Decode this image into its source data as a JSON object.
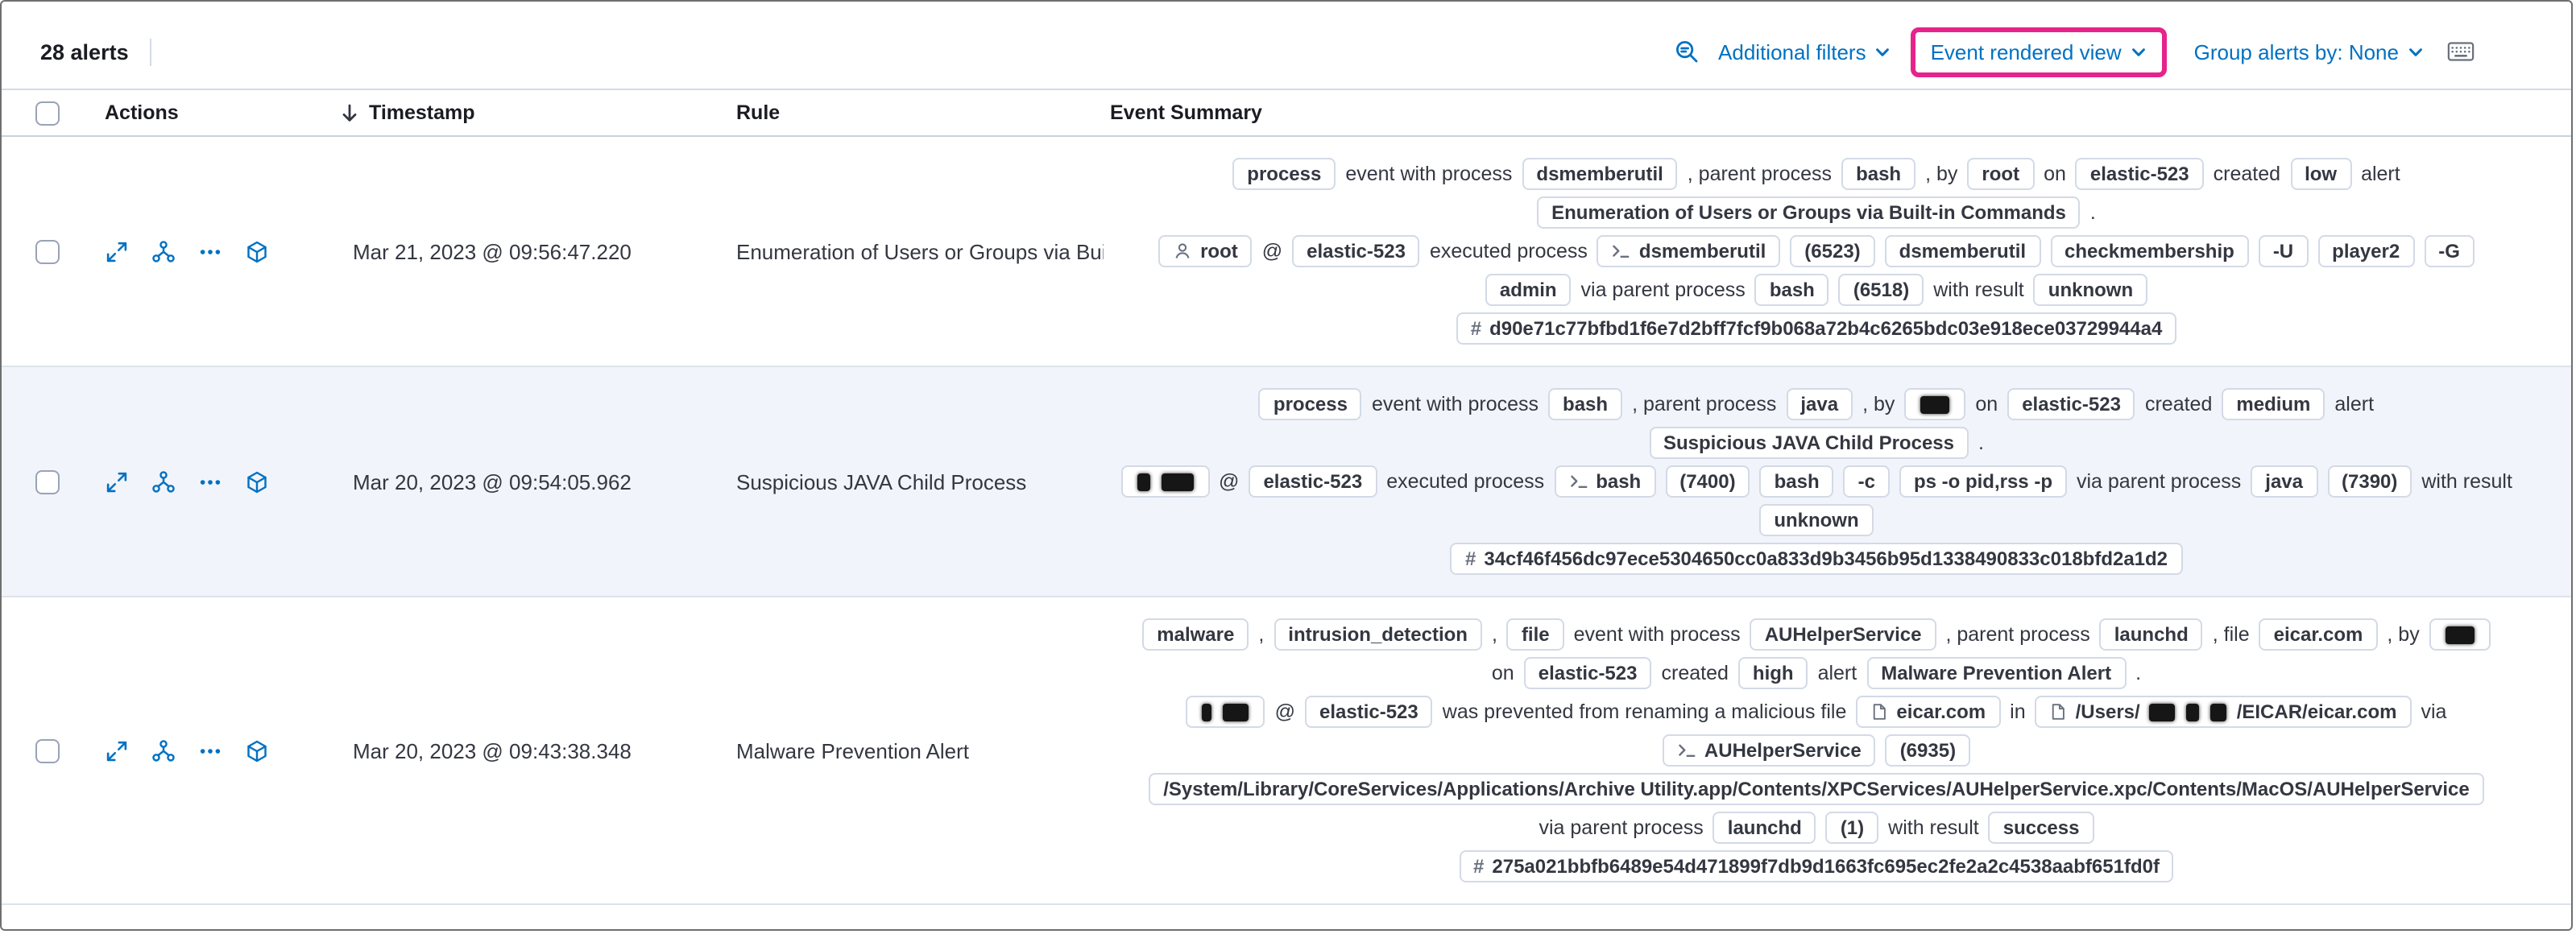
{
  "colors": {
    "link": "#0071c2",
    "highlight": "#e6238b",
    "shaded_row": "#f1f4fa",
    "badge_border": "#d3dae6",
    "text": "#343741",
    "muted": "#69707d"
  },
  "toolbar": {
    "alert_count": "28 alerts",
    "additional_filters_label": "Additional filters",
    "view_selector_label": "Event rendered view",
    "group_by_label": "Group alerts by: None"
  },
  "table": {
    "headers": {
      "actions": "Actions",
      "timestamp": "Timestamp",
      "rule": "Rule",
      "summary": "Event Summary"
    },
    "action_icons": [
      {
        "icon": "expand",
        "name": "expand-alert-icon"
      },
      {
        "icon": "analyze",
        "name": "analyze-event-icon"
      },
      {
        "icon": "more",
        "name": "more-actions-icon"
      },
      {
        "icon": "cube",
        "name": "add-to-timeline-icon"
      }
    ],
    "rows": [
      {
        "timestamp": "Mar 21, 2023 @ 09:56:47.220",
        "rule": "Enumeration of Users or Groups via Bui",
        "shaded": false,
        "summary": [
          [
            {
              "b": "process"
            },
            {
              "p": "event with process"
            },
            {
              "b": "dsmemberutil"
            },
            {
              "p": ", parent process"
            },
            {
              "b": "bash"
            },
            {
              "p": ", by"
            },
            {
              "b": "root"
            },
            {
              "p": "on"
            },
            {
              "b": "elastic-523"
            },
            {
              "p": "created"
            },
            {
              "b": "low"
            },
            {
              "p": "alert"
            }
          ],
          [
            {
              "b": "Enumeration of Users or Groups via Built-in Commands"
            },
            {
              "p": "."
            }
          ],
          [
            {
              "b": "root",
              "i": "user"
            },
            {
              "p": "@"
            },
            {
              "b": "elastic-523"
            },
            {
              "p": "executed process"
            },
            {
              "b": "dsmemberutil",
              "i": "terminal"
            },
            {
              "b": "(6523)"
            },
            {
              "b": "dsmemberutil"
            },
            {
              "b": "checkmembership"
            },
            {
              "b": "-U"
            },
            {
              "b": "player2"
            },
            {
              "b": "-G"
            }
          ],
          [
            {
              "b": "admin"
            },
            {
              "p": "via parent process"
            },
            {
              "b": "bash"
            },
            {
              "b": "(6518)"
            },
            {
              "p": "with result"
            },
            {
              "b": "unknown"
            }
          ],
          [
            {
              "b": "d90e71c77bfbd1f6e7d2bff7fcf9b068a72b4c6265bdc03e918ece03729944a4",
              "i": "hash"
            }
          ]
        ]
      },
      {
        "timestamp": "Mar 20, 2023 @ 09:54:05.962",
        "rule": "Suspicious JAVA Child Process",
        "shaded": true,
        "summary": [
          [
            {
              "b": "process"
            },
            {
              "p": "event with process"
            },
            {
              "b": "bash"
            },
            {
              "p": ", parent process"
            },
            {
              "b": "java"
            },
            {
              "p": ", by"
            },
            {
              "bb": [
                18
              ]
            },
            {
              "p": "on"
            },
            {
              "b": "elastic-523"
            },
            {
              "p": "created"
            },
            {
              "b": "medium"
            },
            {
              "p": "alert"
            }
          ],
          [
            {
              "b": "Suspicious JAVA Child Process"
            },
            {
              "p": "."
            }
          ],
          [
            {
              "bb": [
                8,
                20
              ]
            },
            {
              "p": "@"
            },
            {
              "b": "elastic-523"
            },
            {
              "p": "executed process"
            },
            {
              "b": "bash",
              "i": "terminal"
            },
            {
              "b": "(7400)"
            },
            {
              "b": "bash"
            },
            {
              "b": "-c"
            },
            {
              "b": "ps -o pid,rss -p"
            },
            {
              "p": "via parent process"
            },
            {
              "b": "java"
            },
            {
              "b": "(7390)"
            },
            {
              "p": "with result"
            }
          ],
          [
            {
              "b": "unknown"
            }
          ],
          [
            {
              "b": "34cf46f456dc97ece5304650cc0a833d9b3456b95d1338490833c018bfd2a1d2",
              "i": "hash"
            }
          ]
        ]
      },
      {
        "timestamp": "Mar 20, 2023 @ 09:43:38.348",
        "rule": "Malware Prevention Alert",
        "shaded": false,
        "summary": [
          [
            {
              "b": "malware"
            },
            {
              "p": ","
            },
            {
              "b": "intrusion_detection"
            },
            {
              "p": ","
            },
            {
              "b": "file"
            },
            {
              "p": "event with process"
            },
            {
              "b": "AUHelperService"
            },
            {
              "p": ", parent process"
            },
            {
              "b": "launchd"
            },
            {
              "p": ", file"
            },
            {
              "b": "eicar.com"
            },
            {
              "p": ", by"
            },
            {
              "bb": [
                18
              ]
            }
          ],
          [
            {
              "p": "on"
            },
            {
              "b": "elastic-523"
            },
            {
              "p": "created"
            },
            {
              "b": "high"
            },
            {
              "p": "alert"
            },
            {
              "b": "Malware Prevention Alert"
            },
            {
              "p": "."
            }
          ],
          [
            {
              "bb": [
                6,
                16
              ]
            },
            {
              "p": "@"
            },
            {
              "b": "elastic-523"
            },
            {
              "p": "was prevented from renaming a malicious file"
            },
            {
              "b": "eicar.com",
              "i": "file"
            },
            {
              "bb": [
                "in"
              ],
              "plainjoin": true,
              "p": "in"
            },
            {
              "bb": [
                "/Users/",
                16,
                8,
                10,
                "/EICAR/eicar.com"
              ],
              "i": "file"
            },
            {
              "p": "via"
            }
          ],
          [
            {
              "b": "AUHelperService",
              "i": "terminal"
            },
            {
              "b": "(6935)"
            }
          ],
          [
            {
              "b": "/System/Library/CoreServices/Applications/Archive Utility.app/Contents/XPCServices/AUHelperService.xpc/Contents/MacOS/AUHelperService"
            }
          ],
          [
            {
              "p": "via parent process"
            },
            {
              "b": "launchd"
            },
            {
              "b": "(1)"
            },
            {
              "p": "with result"
            },
            {
              "b": "success"
            }
          ],
          [
            {
              "b": "275a021bbfb6489e54d471899f7db9d1663fc695ec2fe2a2c4538aabf651fd0f",
              "i": "hash"
            }
          ]
        ]
      }
    ]
  }
}
